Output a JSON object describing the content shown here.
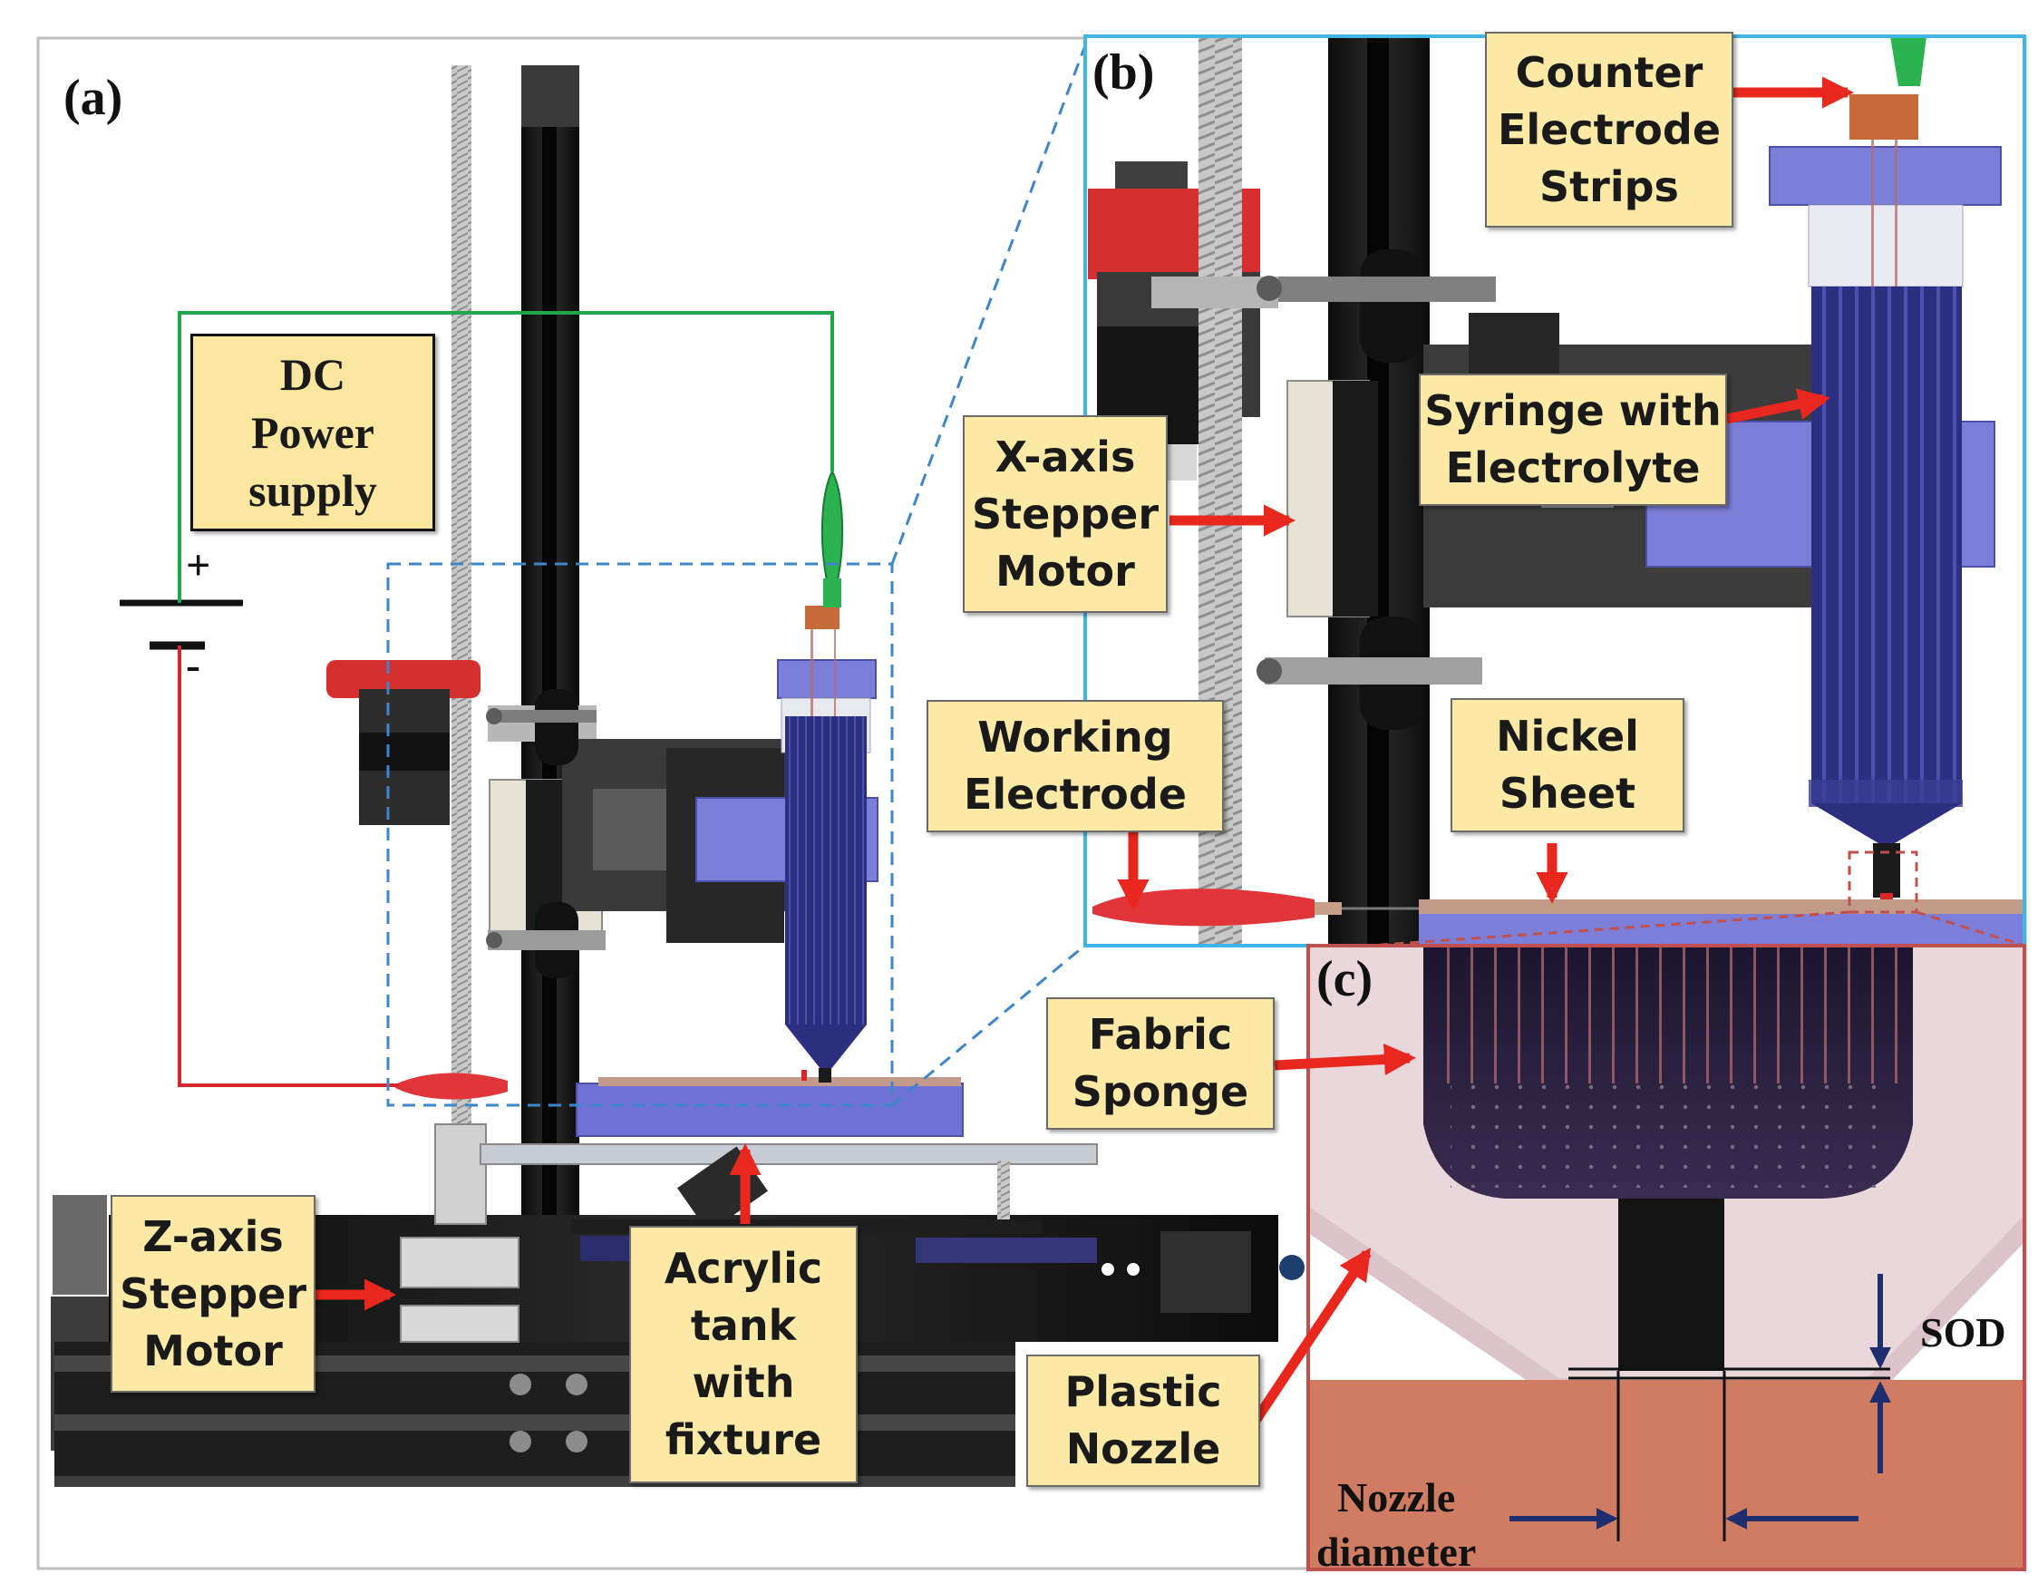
{
  "panels": {
    "a": "(a)",
    "b": "(b)",
    "c": "(c)"
  },
  "power_supply": {
    "lines": [
      "DC",
      "Power",
      "supply"
    ],
    "plus": "+",
    "minus": "-"
  },
  "callouts": {
    "counter_electrode": [
      "Counter",
      "Electrode",
      "Strips"
    ],
    "syringe": [
      "Syringe with",
      "Electrolyte"
    ],
    "x_axis_motor": [
      "X-axis",
      "Stepper",
      "Motor"
    ],
    "working_electrode": [
      "Working",
      "Electrode"
    ],
    "nickel_sheet": [
      "Nickel",
      "Sheet"
    ],
    "fabric_sponge": [
      "Fabric",
      "Sponge"
    ],
    "z_axis_motor": [
      "Z-axis",
      "Stepper",
      "Motor"
    ],
    "acrylic_tank": [
      "Acrylic",
      "tank",
      "with",
      "fixture"
    ],
    "plastic_nozzle": [
      "Plastic",
      "Nozzle"
    ]
  },
  "dimensions": {
    "sod": "SOD",
    "nozzle_diameter": [
      "Nozzle",
      "diameter"
    ]
  },
  "colors": {
    "callout_fill": "#fde9a6",
    "arrow": "#e8281e",
    "frame_blue": "#3fb6e6",
    "frame_red": "#c0504d",
    "syringe_blue": "#2e2f7a",
    "fixture_purple": "#7c7ed8",
    "green_wire": "#22a64a",
    "red_wire": "#d9262b",
    "workpiece": "#cf7c63"
  }
}
